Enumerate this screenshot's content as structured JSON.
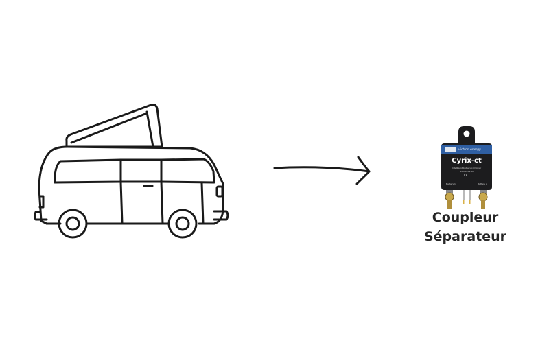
{
  "device": {
    "brand": "victron energy",
    "model": "Cyrix-ct",
    "subtitle": "Intelligent battery combiner",
    "spec": "12/24V-120A",
    "ce_mark": "CE",
    "battery1": "Battery 1",
    "battery2": "Battery 2"
  },
  "caption": {
    "line1": "Coupleur",
    "line2": "Séparateur"
  },
  "colors": {
    "line": "#1a1a1a",
    "device_body": "#1c1c1e",
    "brand_blue": "#2f5fa3",
    "caption": "#262626"
  },
  "icons": [
    "campervan-icon",
    "arrow-right-icon",
    "battery-combiner-icon"
  ]
}
